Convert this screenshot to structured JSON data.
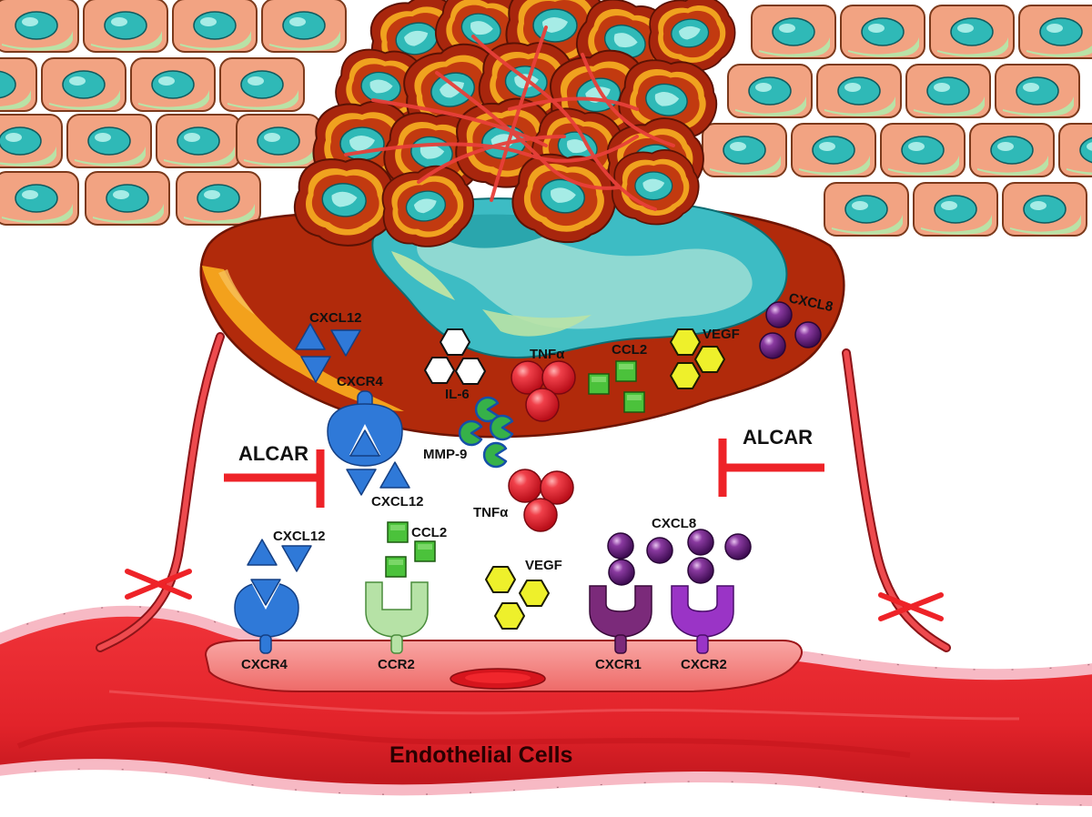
{
  "diagram": {
    "labels": {
      "alcar": "ALCAR",
      "endothelial": "Endothelial Cells",
      "cxcl12": "CXCL12",
      "cxcr4": "CXCR4",
      "il6": "IL-6",
      "tnfa": "TNFα",
      "ccl2": "CCL2",
      "vegf": "VEGF",
      "cxcl8": "CXCL8",
      "mmp9": "MMP-9",
      "ccr2": "CCR2",
      "cxcr1": "CXCR1",
      "cxcr2": "CXCR2"
    }
  },
  "colors": {
    "tumor_mass": "#b12a0b",
    "tumor_edge": "#8a1c05",
    "tumor_orange": "#f3a11c",
    "necrotic_core": "#3dbcc4",
    "necrotic_light": "#8fd9d2",
    "epithelium": "#f2a382",
    "epithelium_green": "#b9e2a6",
    "nucleus": "#2fb9b7",
    "vessel": "#e8242a",
    "vessel_dark": "#b51318",
    "vessel_edge": "#f7b9c4",
    "cxcl12_blue": "#2f79d8",
    "ccl2_green": "#4bc23b",
    "ccr2_green": "#b6e2a6",
    "tnfa_red": "#e62532",
    "vegf_yellow": "#eef02b",
    "cxcl8_purple": "#6b2580",
    "cxcr1_purple": "#7b2a7a",
    "cxcr2_violet": "#9a34c6",
    "inhibit_red": "#ee2328",
    "mmp9_green": "#36b149"
  }
}
